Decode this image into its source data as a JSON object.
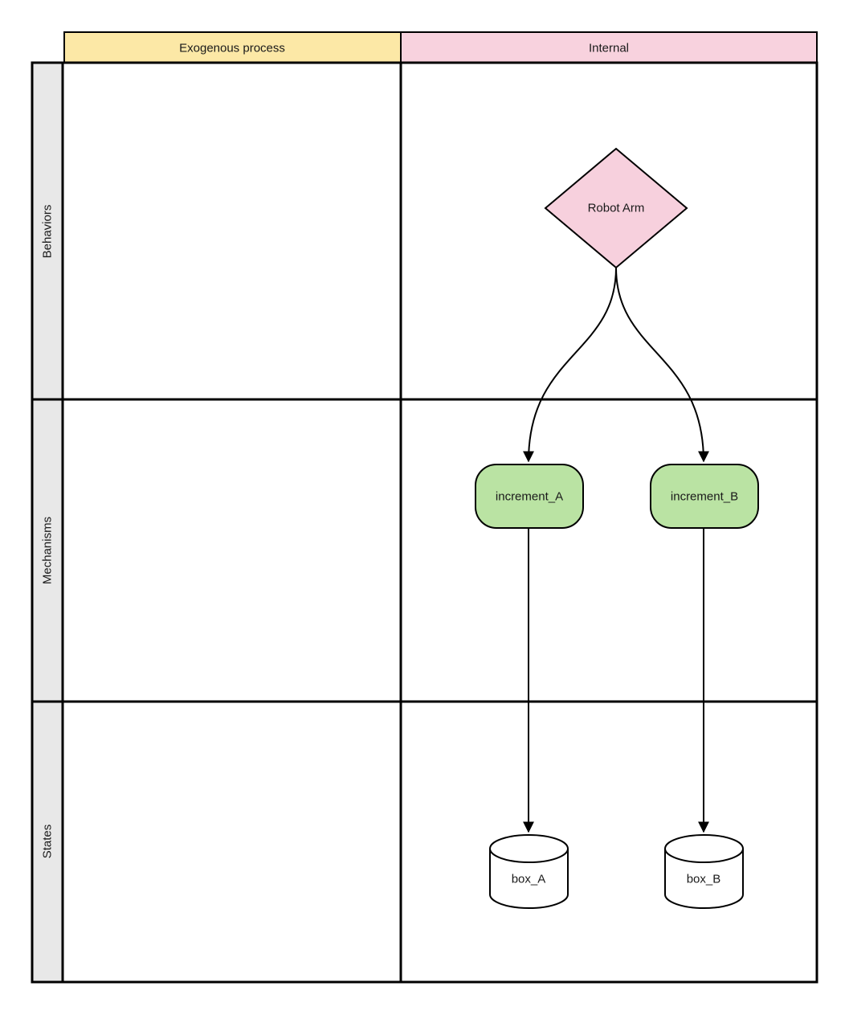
{
  "grid": {
    "columns": [
      {
        "label": "Exogenous process",
        "color": "#fce8a6"
      },
      {
        "label": "Internal",
        "color": "#f8d2de"
      }
    ],
    "rows": [
      {
        "label": "Behaviors"
      },
      {
        "label": "Mechanisms"
      },
      {
        "label": "States"
      }
    ],
    "row_header_color": "#e8e8e8",
    "line_color": "#000000"
  },
  "nodes": {
    "robot_arm": {
      "label": "Robot Arm",
      "shape": "diamond",
      "fill": "#f7d0dd",
      "row": "Behaviors",
      "column": "Internal"
    },
    "increment_a": {
      "label": "increment_A",
      "shape": "rounded-rectangle",
      "fill": "#bae3a3",
      "row": "Mechanisms",
      "column": "Internal"
    },
    "increment_b": {
      "label": "increment_B",
      "shape": "rounded-rectangle",
      "fill": "#bae3a3",
      "row": "Mechanisms",
      "column": "Internal"
    },
    "box_a": {
      "label": "box_A",
      "shape": "cylinder",
      "fill": "#ffffff",
      "row": "States",
      "column": "Internal"
    },
    "box_b": {
      "label": "box_B",
      "shape": "cylinder",
      "fill": "#ffffff",
      "row": "States",
      "column": "Internal"
    }
  },
  "edges": [
    {
      "from": "Robot Arm",
      "to": "increment_A",
      "style": "curved-arrow"
    },
    {
      "from": "Robot Arm",
      "to": "increment_B",
      "style": "curved-arrow"
    },
    {
      "from": "increment_A",
      "to": "box_A",
      "style": "straight-arrow"
    },
    {
      "from": "increment_B",
      "to": "box_B",
      "style": "straight-arrow"
    }
  ]
}
